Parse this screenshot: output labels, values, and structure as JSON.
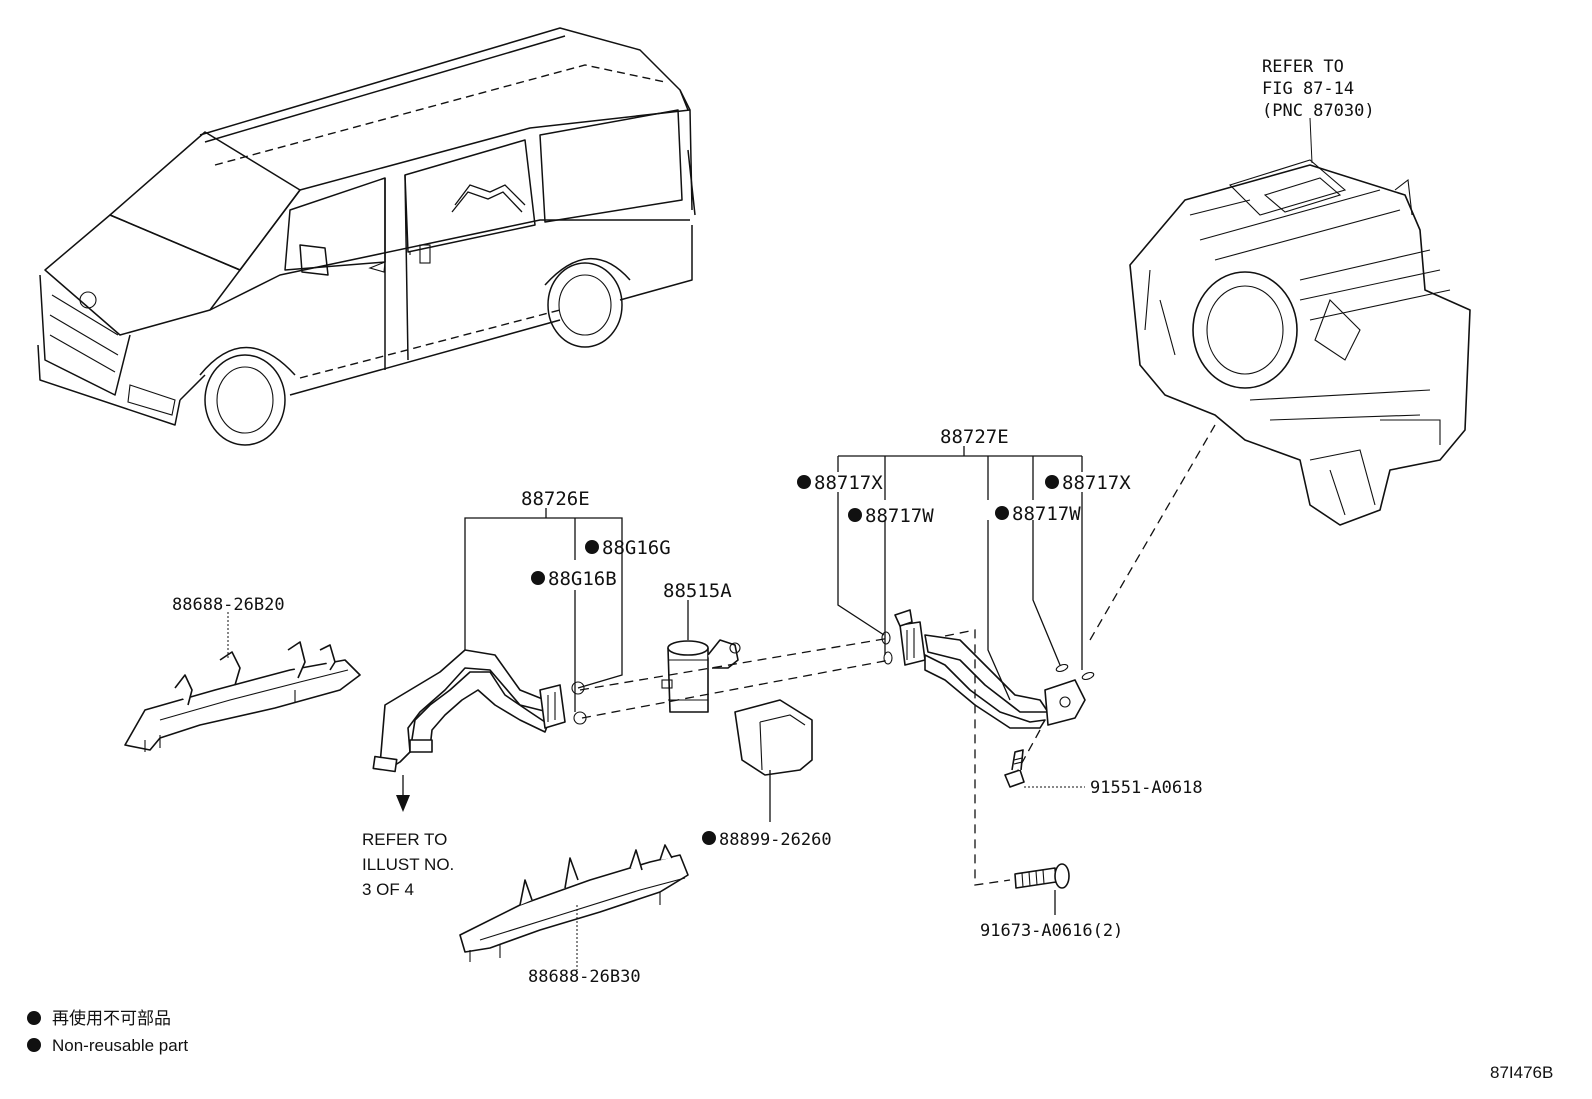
{
  "references": {
    "heater_unit": [
      "REFER TO",
      "FIG 87-14",
      "(PNC 87030)"
    ],
    "illust": [
      "REFER TO",
      "ILLUST NO.",
      "3 OF 4"
    ]
  },
  "parts": {
    "p88727E": "88727E",
    "p88726E": "88726E",
    "p88717X_left": "88717X",
    "p88717X_right": "88717X",
    "p88717W_left": "88717W",
    "p88717W_right": "88717W",
    "p88G16G": "88G16G",
    "p88G16B": "88G16B",
    "p88515A": "88515A",
    "p88688_26B20": "88688-26B20",
    "p88688_26B30": "88688-26B30",
    "p88899_26260": "88899-26260",
    "p91551_A0618": "91551-A0618",
    "p91673_A0616": "91673-A0616(2)"
  },
  "legend": {
    "japanese": "再使用不可部品",
    "english": "Non-reusable part"
  },
  "figure_id": "87I476B"
}
